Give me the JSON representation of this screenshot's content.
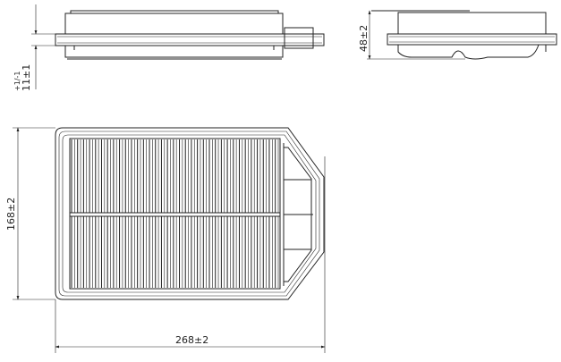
{
  "dimensions": {
    "thickness": "11±1",
    "thickness_top": "11",
    "thickness_tol": "+1/-1",
    "height": "48±2",
    "width": "168±2",
    "length": "268±2"
  },
  "drawing": {
    "pleat_count": 70,
    "stroke_color": "#222222"
  }
}
